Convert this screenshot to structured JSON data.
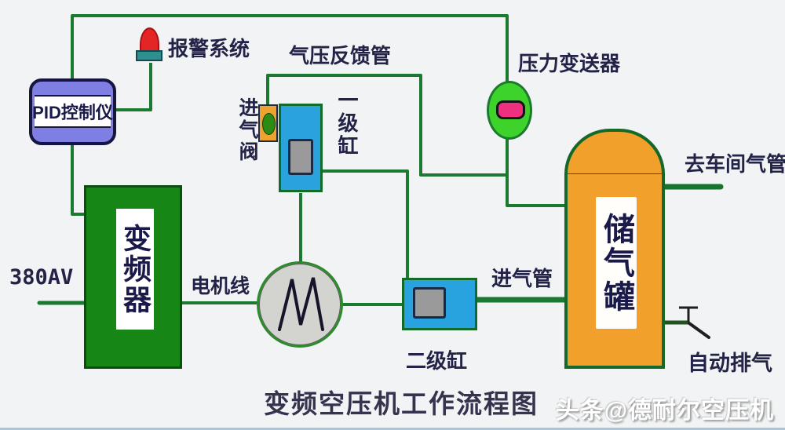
{
  "diagram": {
    "title": "变频空压机工作流程图",
    "watermark": "头条@德耐尔空压机",
    "labels": {
      "pid_controller": "PID控制仪",
      "alarm_system": "报警系统",
      "feedback_pipe": "气压反馈管",
      "pressure_transmitter": "压力变送器",
      "to_workshop_pipe": "去车间气管",
      "power_supply": "380AV",
      "motor_wire": "电机线",
      "intake_valve": "进气阀",
      "stage1_cylinder": "一级缸",
      "stage2_cylinder": "二级缸",
      "intake_pipe": "进气管",
      "auto_exhaust": "自动排气",
      "inverter": "变频器",
      "air_tank": "储气罐",
      "motor_symbol": "M"
    },
    "colors": {
      "pipe_green": "#1c7a30",
      "pid_fill": "#7e7ee3",
      "inverter_fill": "#168616",
      "cylinder_blue": "#29a3e0",
      "valve_orange": "#eea32e",
      "tank_orange": "#f2a02c",
      "transmitter_green": "#3ed32b",
      "transmitter_bar_pink": "#ef2f7f",
      "alarm_red": "#e32525",
      "alarm_base_teal": "#2e8f8f",
      "motor_gray": "#d3d3d0",
      "text_navy": "#232347",
      "background": "#f1f3f4"
    }
  }
}
